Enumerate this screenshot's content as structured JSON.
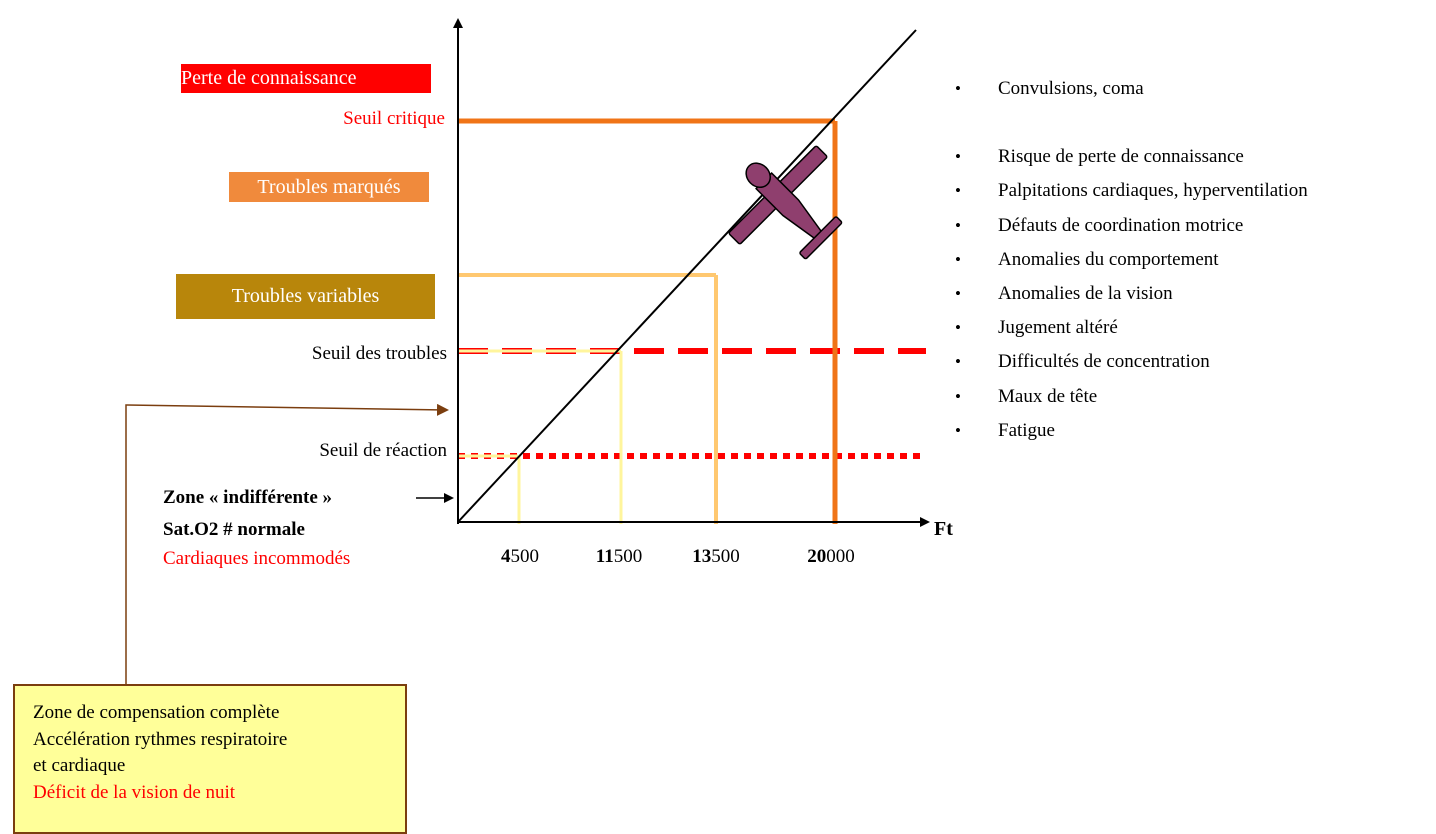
{
  "colors": {
    "loss_consciousness": "#ff0000",
    "critical": "#f07417",
    "marked": "#f08a3c",
    "variable_box": "#b8860b",
    "variable_line": "#ffc870",
    "troubles_seuil": "#ff0000",
    "reaction": "#ff0000",
    "pale_yellow": "#fff59c",
    "airplane": "#8f3f6e",
    "note_bg": "#ffff99",
    "arrow_brown": "#7b3e0f"
  },
  "left_labels": {
    "loss": "Perte de connaissance",
    "seuil_critique": "Seuil critique",
    "marked": "Troubles marqués",
    "variable": "Troubles variables",
    "seuil_troubles": "Seuil des troubles",
    "seuil_reaction": "Seuil de réaction",
    "zone_indifferente": "Zone « indifférente »",
    "sat": "Sat.O2 # normale",
    "cardiaques": "Cardiaques incommodés"
  },
  "axis": {
    "x_label": "Ft"
  },
  "ticks": [
    {
      "bold": "4",
      "rest": "500"
    },
    {
      "bold": "11",
      "rest": "500"
    },
    {
      "bold": "13",
      "rest": "500"
    },
    {
      "bold": "20",
      "rest": "000"
    }
  ],
  "symptoms": {
    "top": "Convulsions, coma",
    "list": [
      "Risque de perte de connaissance",
      "Palpitations cardiaques, hyperventilation",
      "Défauts de coordination motrice",
      "Anomalies du comportement",
      "Anomalies de la vision",
      "Jugement altéré",
      "Difficultés de concentration",
      "Maux de tête",
      "Fatigue"
    ]
  },
  "note": {
    "line1": "Zone de compensation complète",
    "line2": "Accélération rythmes respiratoire",
    "line3": "et cardiaque",
    "line4": "Déficit de la vision de nuit"
  }
}
